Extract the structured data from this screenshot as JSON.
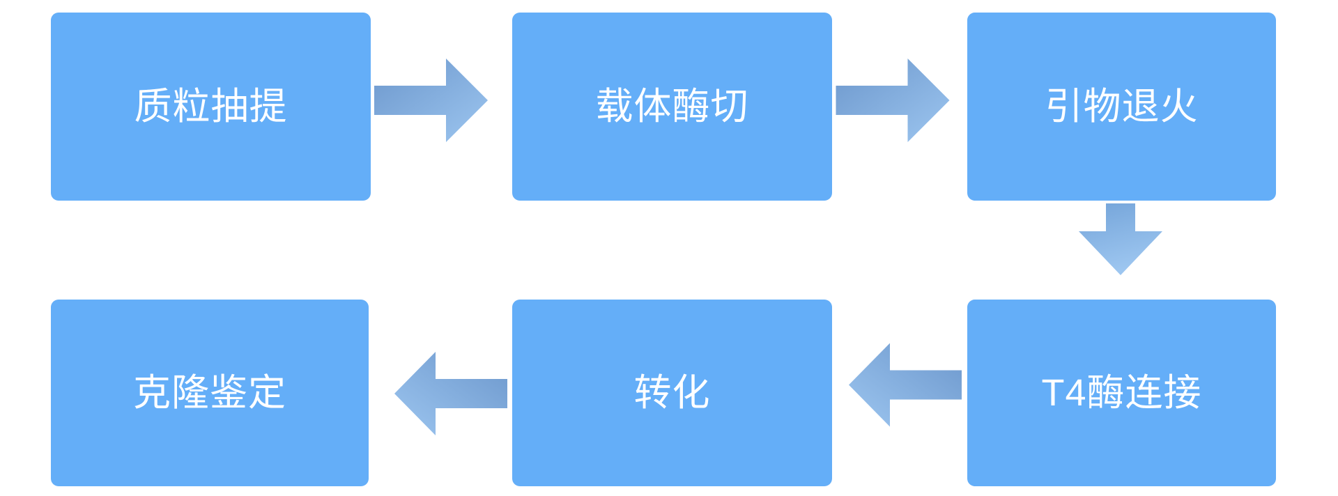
{
  "diagram": {
    "type": "flowchart",
    "background_color": "#ffffff",
    "node_fill_color": "#64aef8",
    "node_text_color": "#ffffff",
    "arrow_gradient_start": "#6c97cc",
    "arrow_gradient_end": "#9dc6f0",
    "nodes": [
      {
        "label": "质粒抽提",
        "row": 1,
        "col": 1
      },
      {
        "label": "载体酶切",
        "row": 1,
        "col": 2
      },
      {
        "label": "引物退火",
        "row": 1,
        "col": 3
      },
      {
        "label": "T4酶连接",
        "row": 2,
        "col": 3
      },
      {
        "label": "转化",
        "row": 2,
        "col": 2
      },
      {
        "label": "克隆鉴定",
        "row": 2,
        "col": 1
      }
    ],
    "edges": [
      {
        "from": "质粒抽提",
        "to": "载体酶切",
        "direction": "right"
      },
      {
        "from": "载体酶切",
        "to": "引物退火",
        "direction": "right"
      },
      {
        "from": "引物退火",
        "to": "T4酶连接",
        "direction": "down"
      },
      {
        "from": "T4酶连接",
        "to": "转化",
        "direction": "left"
      },
      {
        "from": "转化",
        "to": "克隆鉴定",
        "direction": "left"
      }
    ]
  }
}
